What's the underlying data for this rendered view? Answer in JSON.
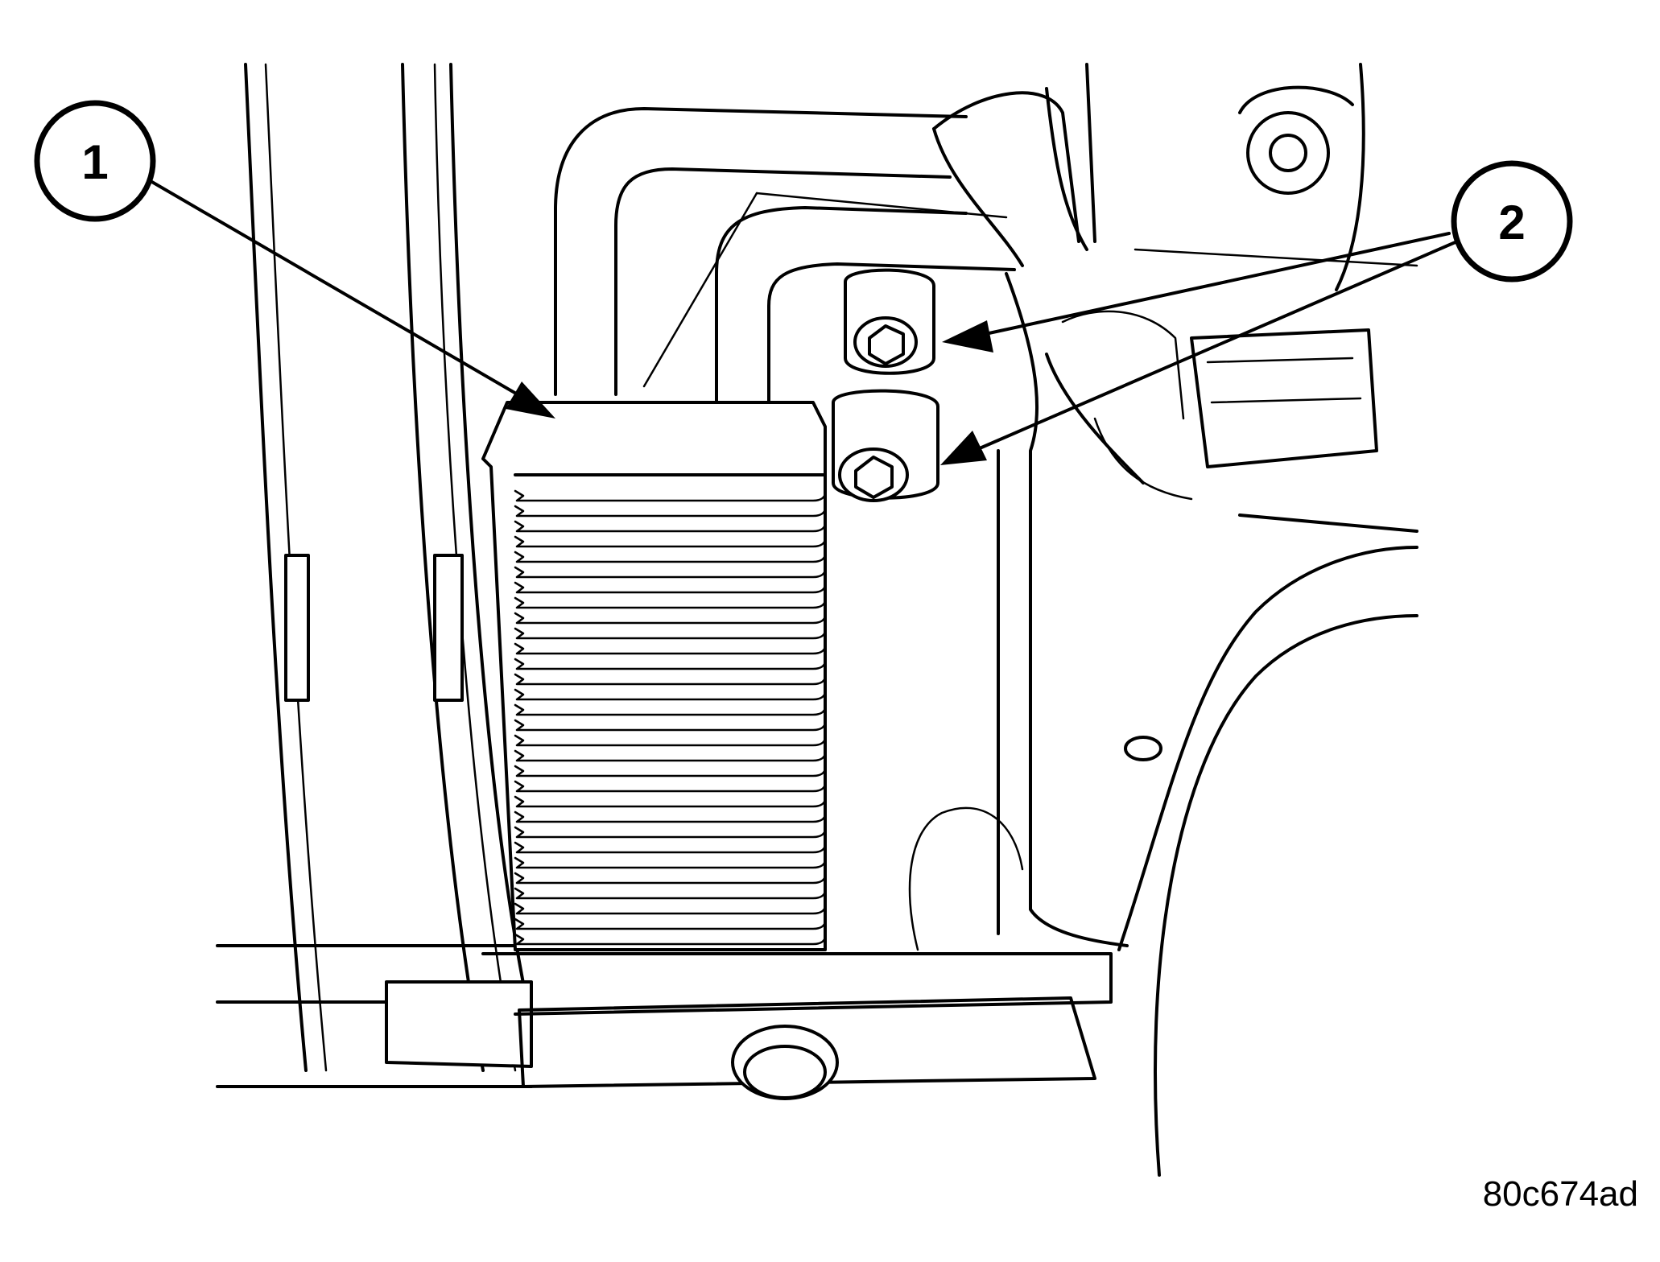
{
  "diagram": {
    "callouts": [
      {
        "id": "1",
        "label": "1"
      },
      {
        "id": "2",
        "label": "2"
      }
    ],
    "figure_id": "80c674ad"
  },
  "colors": {
    "ink": "#000000",
    "paper": "#ffffff"
  }
}
